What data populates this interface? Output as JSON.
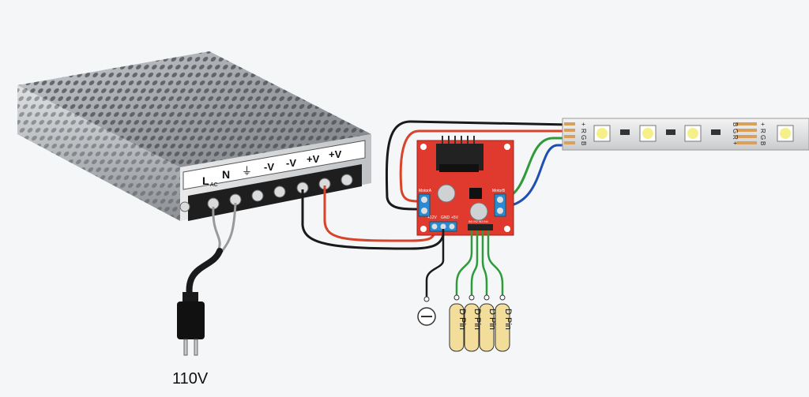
{
  "power_supply": {
    "terminal_labels": [
      "L",
      "AC",
      "N",
      "⏚",
      "-V",
      "-V",
      "+V",
      "+V"
    ]
  },
  "plug": {
    "voltage_label": "110V"
  },
  "driver_board": {
    "motor_a_label": "MotorA",
    "motor_b_label": "MotorB",
    "power_header_labels": [
      "+12V",
      "GND",
      "+5V"
    ],
    "logic_header_label": "IN1 IN2 IN3 IN4"
  },
  "led_strip": {
    "left_pads": [
      "+",
      "R",
      "G",
      "B"
    ],
    "right_pads_a": [
      "B",
      "G",
      "R",
      "+"
    ],
    "right_pads_b": [
      "+",
      "R",
      "G",
      "B"
    ]
  },
  "ground_symbol": "⊖",
  "digital_pins": [
    "D Pin",
    "D Pin",
    "D Pin",
    "D Pin"
  ],
  "colors": {
    "wire_black": "#1a1a1a",
    "wire_red": "#d8432a",
    "wire_green": "#2f9a3a",
    "wire_blue": "#1f4fb0",
    "board_red": "#e03a2e",
    "led_yellow": "#f5f08a",
    "pin_tag": "#f3dd9a"
  }
}
